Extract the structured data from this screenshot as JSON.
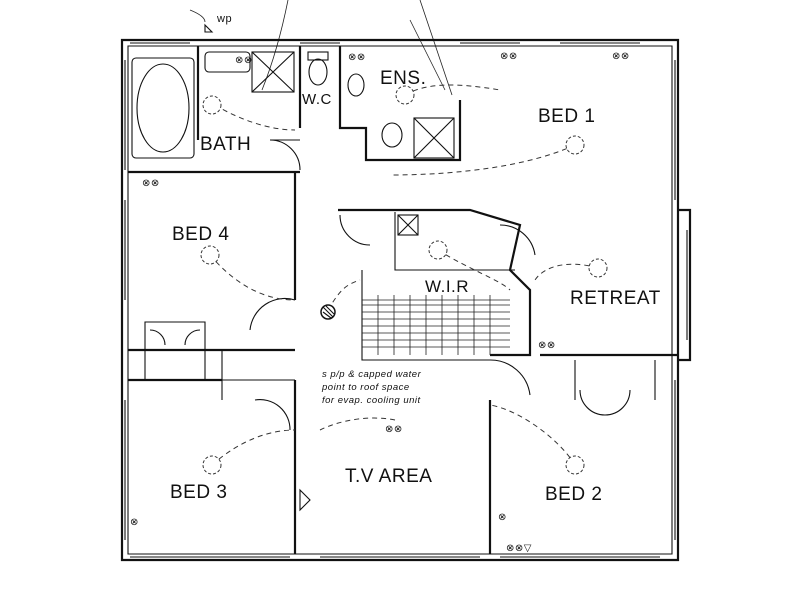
{
  "rooms": {
    "bed1": "BED 1",
    "bath": "BATH",
    "wc": "W.C",
    "ens": "ENS.",
    "bed4": "BED 4",
    "wir": "W.I.R",
    "retreat": "RETREAT",
    "bed3": "BED 3",
    "tv_area": "T.V AREA",
    "bed2": "BED 2"
  },
  "annotations": {
    "wp": "wp",
    "note_line1": "s p/p & capped water",
    "note_line2": "point to roof space",
    "note_line3": "for evap. cooling unit"
  }
}
